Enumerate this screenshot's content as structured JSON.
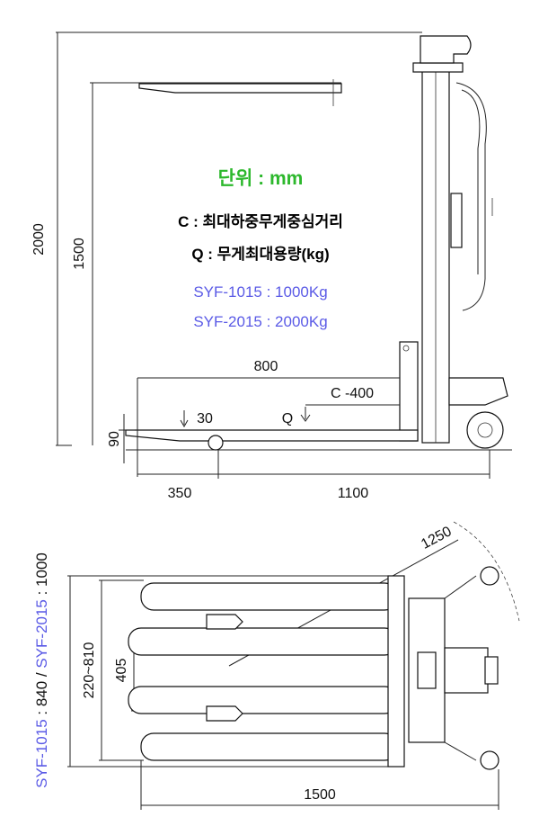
{
  "labels": {
    "unit": "단위 : mm",
    "c_def": "C : 최대하중무게중심거리",
    "q_def": "Q : 무게최대용량(kg)",
    "model1": "SYF-1015 : 1000Kg",
    "model2": "SYF-2015 : 2000Kg"
  },
  "side_view": {
    "dim_total_height": "2000",
    "dim_lift_height": "1500",
    "dim_fork_length": "800",
    "dim_load_center": "C -400",
    "load_symbol": "Q",
    "dim_fork_thickness": "30",
    "dim_lowered_height": "90",
    "dim_front": "350",
    "dim_base": "1100"
  },
  "top_view": {
    "dim_turn_radius": "1250",
    "dim_fork_spread": "220~810",
    "dim_fork_min": "405",
    "dim_length": "1500",
    "dim_width_prefix": "SYF-1015",
    "dim_width_mid": " : 840 / ",
    "dim_width_model2": "SYF-2015",
    "dim_width_suffix": " : 1000"
  },
  "colors": {
    "unit_green": "#2db82d",
    "model_blue": "#5a5ae6",
    "line": "#222222"
  }
}
